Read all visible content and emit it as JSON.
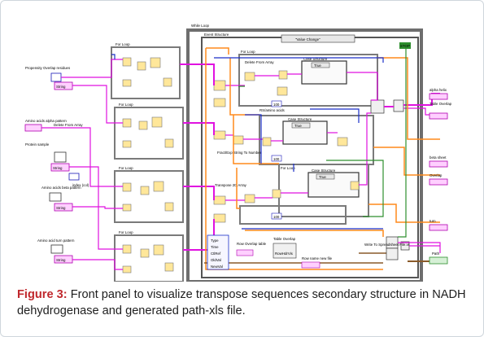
{
  "diagram": {
    "while_loop": "While Loop",
    "event_structure": "Event Structure",
    "event_case": "\"Value Change\"",
    "stop_constant": "STOP",
    "left_inputs": {
      "propensity": "Propensity Overlap residues",
      "alpha": "Amino acids alpha pattern",
      "protein": "Protein sample",
      "beta": "Amino acids beta pattern",
      "turn": "Amino acid turn pattern",
      "string": "String",
      "index": "index (col)"
    },
    "for_loops": [
      "For Loop",
      "For Loop",
      "For Loop",
      "For Loop",
      "For Loop"
    ],
    "delete_from_array": "Delete From Array",
    "delete_from_array_2": "Delete From Array",
    "case_structure": "Case Structure",
    "true_case": "True",
    "fract_exp": "Fract/Exp String To Number",
    "transpose": "Transpose 2D Array",
    "rs_amino": "RS/amino acids",
    "const_100": "100",
    "outputs": {
      "alpha_helix": "alpha helix",
      "table_overlap": "Table Overlap",
      "beta_sheet": "beta sheet",
      "overlap": "Overlap",
      "turn": "turn",
      "path": "Path"
    },
    "bottom": {
      "type": "Type",
      "time": "Time",
      "ctlref": "CtlRef",
      "oldval": "OldVal",
      "newval": "NewVal",
      "row_overlap_table": "Row Overlap table",
      "table_overlap": "Table Overlap",
      "row_headers": "RowHdrVis",
      "row_name_new_file": "Row name new file",
      "write_spreadsheet": "Write To Spreadsheet File.vi"
    }
  },
  "caption": {
    "label": "Figure 3:",
    "text": "Front panel to visualize transpose sequences secondary structure in NADH dehydrogenase and generated path-xls file."
  }
}
